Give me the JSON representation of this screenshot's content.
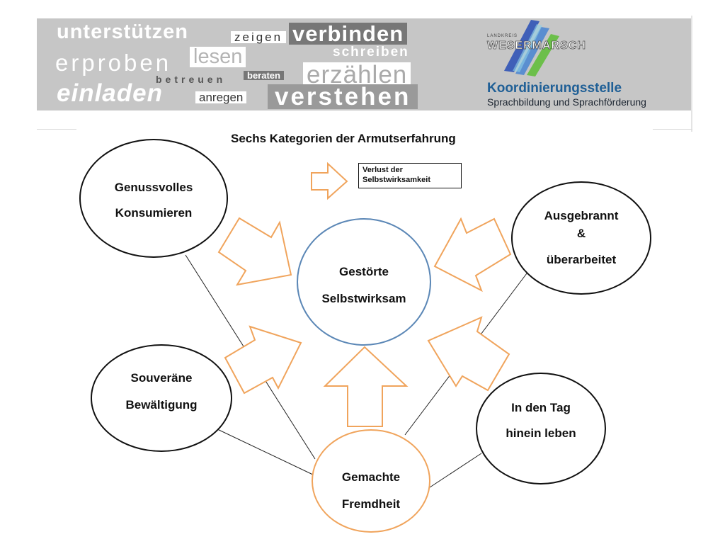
{
  "header": {
    "words": [
      {
        "text": "unterstützen"
      },
      {
        "text": "zeigen"
      },
      {
        "text": "verbinden"
      },
      {
        "text": "schreiben"
      },
      {
        "text": "erproben"
      },
      {
        "text": "lesen"
      },
      {
        "text": "betreuen"
      },
      {
        "text": "beraten"
      },
      {
        "text": "erzählen"
      },
      {
        "text": "einladen"
      },
      {
        "text": "anregen"
      },
      {
        "text": "verstehen"
      }
    ],
    "logo_small": "LANDKREIS",
    "logo_name": "WESERMARSCH",
    "org_title": "Koordinierungsstelle",
    "org_subtitle": "Sprachbildung und Sprachförderung"
  },
  "diagram": {
    "title": "Sechs Kategorien der Armutserfahrung",
    "legend_note_line1": "Verlust der",
    "legend_note_line2": "Selbstwirksamkeit",
    "center": {
      "line1": "Gestörte",
      "line2": "Selbstwirksam"
    },
    "nodes": {
      "genussvolles": {
        "line1": "Genussvolles",
        "line2": "Konsumieren"
      },
      "ausgebrannt": {
        "line1": "Ausgebrannt",
        "line2": "&",
        "line3": "überarbeitet"
      },
      "souveraene": {
        "line1": "Souveräne",
        "line2": "Bewältigung"
      },
      "tag": {
        "line1": "In den Tag",
        "line2": "hinein leben"
      },
      "fremdheit": {
        "line1": "Gemachte",
        "line2": "Fremdheit"
      }
    },
    "colors": {
      "arrow": "#f0a45c",
      "center_border": "#5b87b6",
      "fremdheit_border": "#f0a45c",
      "outline": "#111111"
    }
  }
}
